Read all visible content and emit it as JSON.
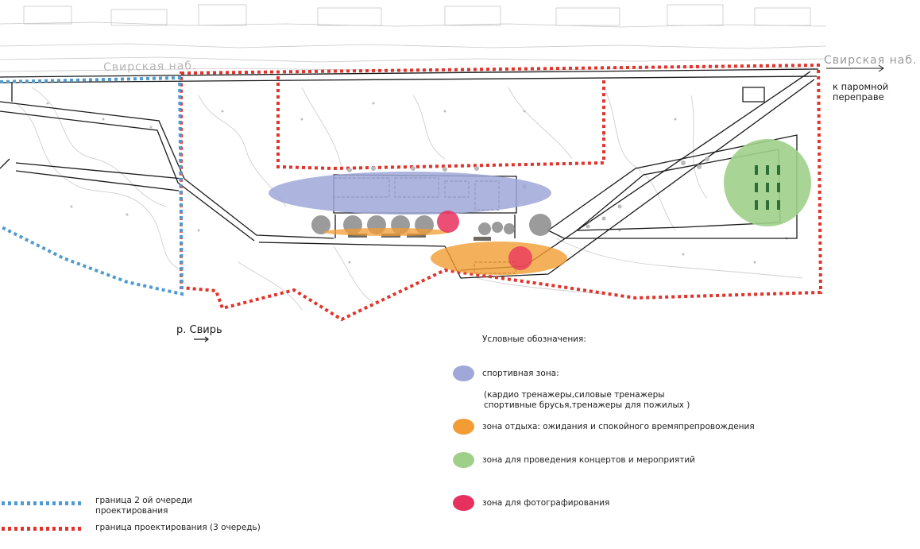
{
  "map": {
    "street_label_1": "Свирская наб.",
    "street_label_2": "Свирская наб.",
    "ferry_label_line1": "к паромной",
    "ferry_label_line2": "переправе",
    "river_label": "р. Свирь"
  },
  "legend": {
    "title": "Условные обозначения:",
    "items": [
      {
        "label": "спортивная зона:",
        "color": "#9fa8d8"
      },
      {
        "label": "зона отдыха: ожидания  и спокойного времяпрепровождения",
        "color": "#f39c33"
      },
      {
        "label": "зона для проведения концертов и мероприятий",
        "color": "#9fd08a"
      },
      {
        "label": "зона для фотографирования",
        "color": "#e8305e"
      }
    ],
    "sport_note_line1": "(кардио тренажеры,силовые тренажеры",
    "sport_note_line2": "спортивные брусья,тренажеры для пожилых  )"
  },
  "boundaries": [
    {
      "label_line1": "граница 2 ой очереди",
      "label_line2": "проектирования",
      "color": "#4f9bd0"
    },
    {
      "label_line1": "граница проектирования (3 очередь)",
      "label_line2": "",
      "color": "#e0342c"
    }
  ],
  "colors": {
    "sport_zone": "#9fa8d8",
    "rest_zone": "#f39c33",
    "concert_zone": "#9fd08a",
    "photo_zone": "#e8305e",
    "boundary_2": "#4f9bd0",
    "boundary_3": "#e0342c"
  }
}
